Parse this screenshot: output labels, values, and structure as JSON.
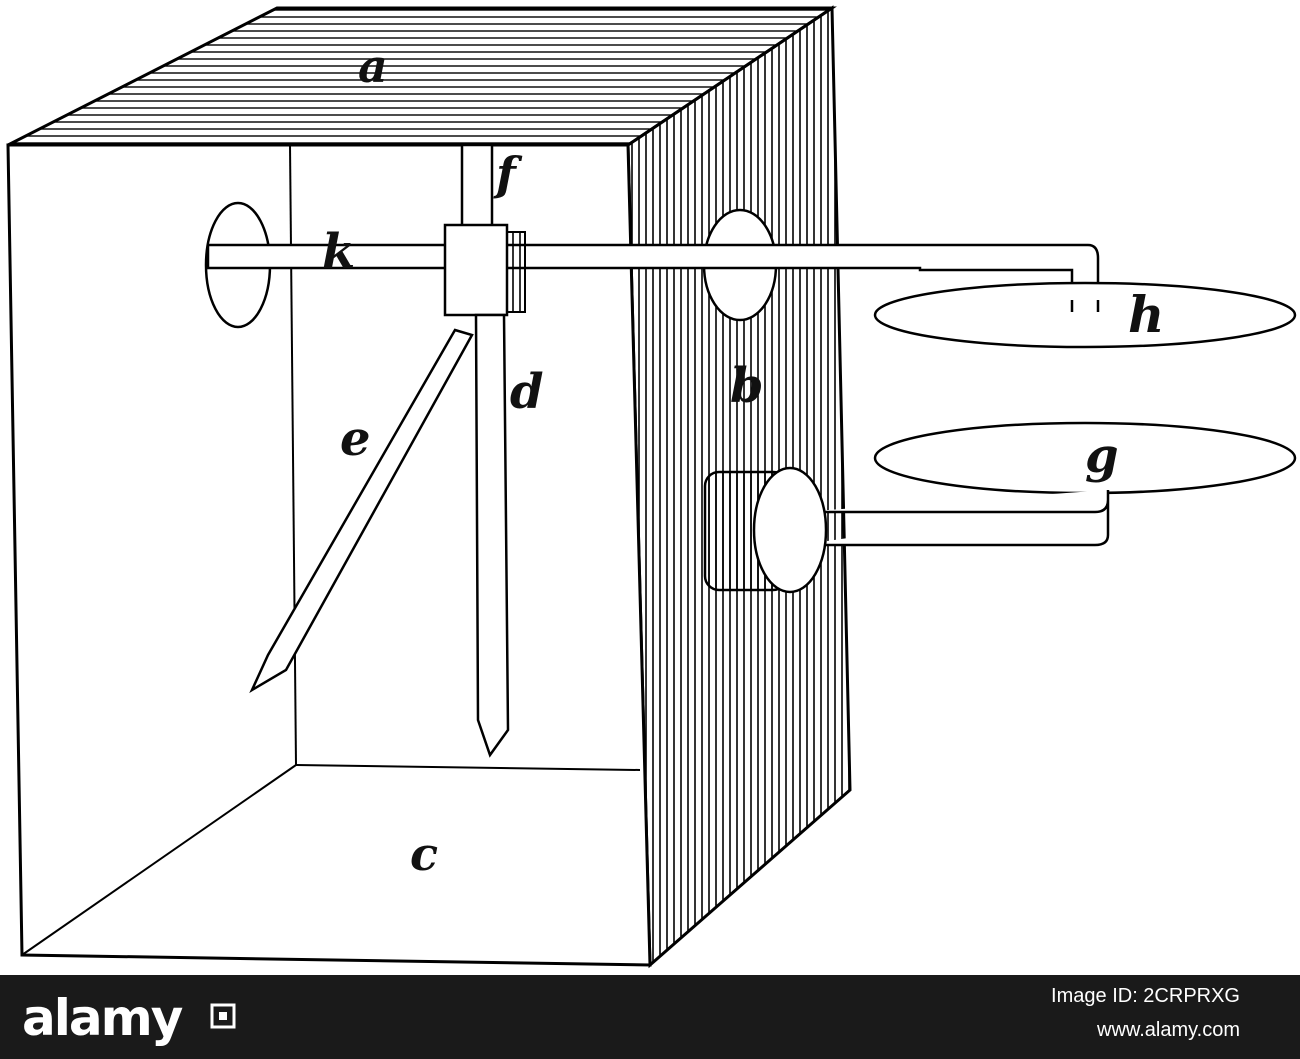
{
  "figure": {
    "labels": {
      "a": "a",
      "b": "b",
      "c": "c",
      "d": "d",
      "e": "e",
      "f": "f",
      "g": "g",
      "h": "h",
      "k": "k"
    }
  },
  "footer": {
    "brand": "alamy",
    "image_id": "Image ID: 2CRPRXG",
    "site": "www.alamy.com",
    "background_color": "#1a1a1a"
  }
}
